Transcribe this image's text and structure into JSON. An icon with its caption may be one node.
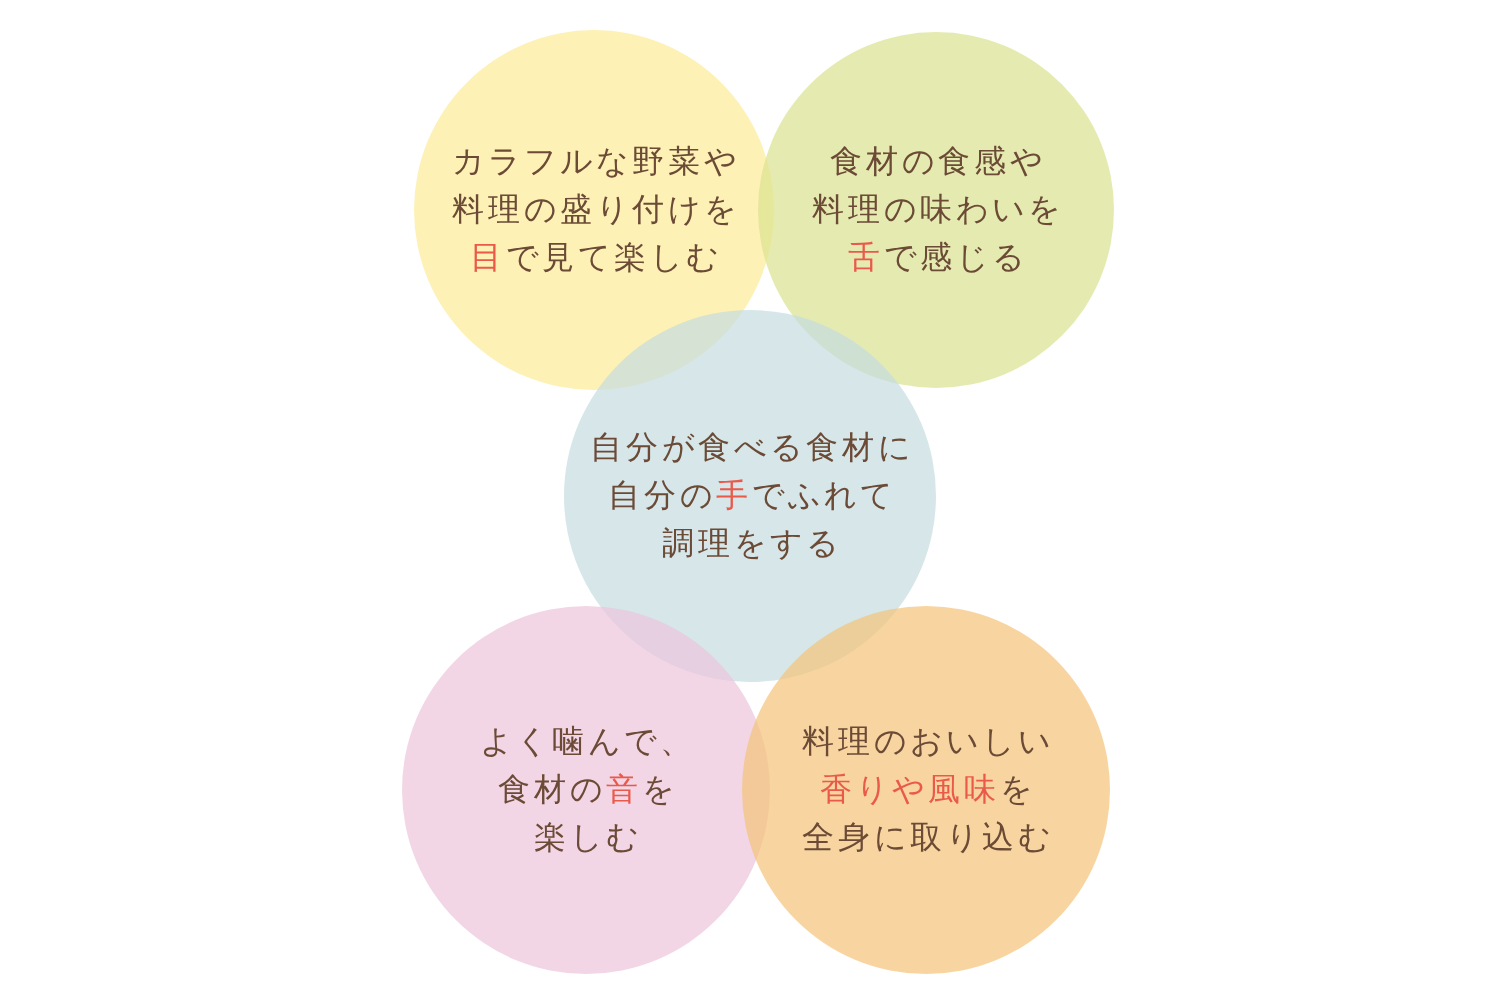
{
  "diagram": {
    "nodes": [
      {
        "text": [
          "カラフルな野菜や料理の盛り付けを**目**で見て楽しむ"
        ]
      },
      {
        "text": [
          "食材の食感や料理の味わいを**舌**で感じる"
        ]
      },
      {
        "text": [
          "自分が食べる食材に自分の**手**でふれて調理をする"
        ]
      },
      {
        "text": [
          "よく噛んで、食材の**音**を楽しむ"
        ]
      },
      {
        "text": [
          "料理のおいしい**香りや風味**を全身に取り込む"
        ]
      }
    ]
  }
}
